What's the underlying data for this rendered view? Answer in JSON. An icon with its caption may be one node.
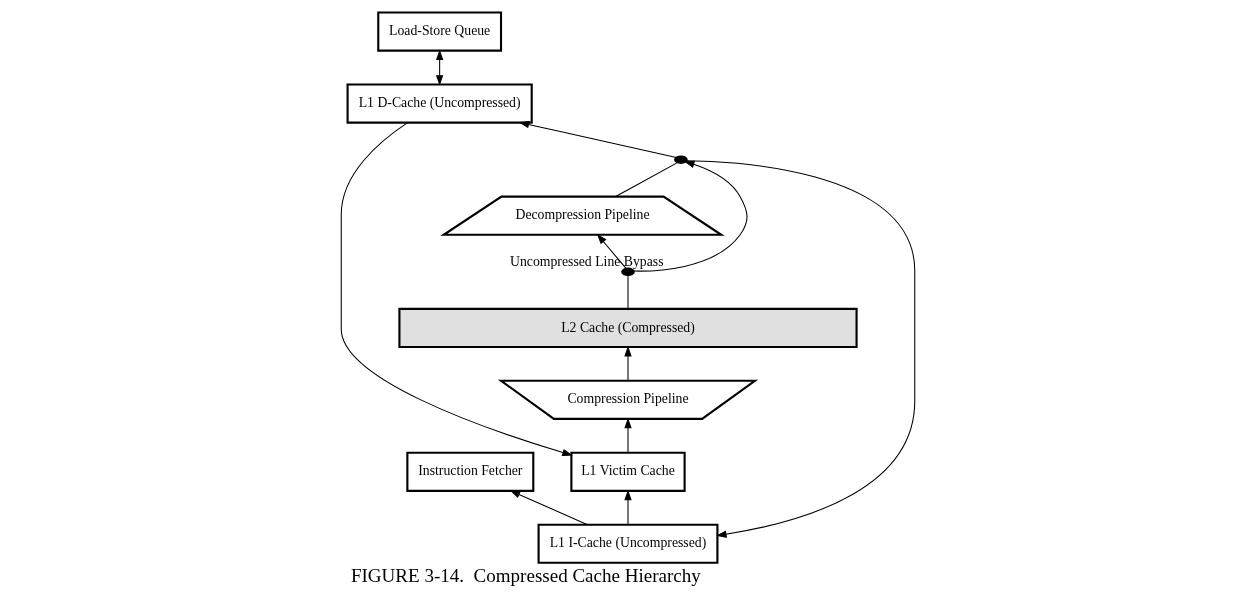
{
  "diagram": {
    "caption": "FIGURE 3-14.  Compressed Cache Hierarchy",
    "nodes": [
      {
        "text": [
          "Instruction Fetcher"
        ]
      },
      {
        "text": [
          "Load-Store Queue"
        ]
      },
      {
        "text": [
          "L1 I-Cache (Uncompressed)"
        ]
      },
      {
        "text": [
          "L1 D-Cache (Uncompressed)"
        ]
      },
      {
        "text": [
          "Decompression Pipeline"
        ]
      },
      {
        "text": [
          "L1 Victim Cache"
        ]
      },
      {
        "text": [
          "Compression Pipeline"
        ]
      },
      {
        "text": [
          "L2 Cache (Compressed)"
        ]
      },
      {
        "text": [],
        "shape": "circle"
      },
      {
        "text": [],
        "shape": "circle"
      }
    ],
    "edges": [
      {
        "from": 2,
        "to": 0,
        "arrow": "to"
      },
      {
        "from": 3,
        "to": 1,
        "arrow": "both"
      },
      {
        "from": 8,
        "to": 2,
        "arrow": "to"
      },
      {
        "from": 8,
        "to": 3,
        "arrow": "to"
      },
      {
        "from": 4,
        "to": 8,
        "arrow": "none"
      },
      {
        "from": 9,
        "to": 8,
        "arrow": "to",
        "label": "Uncompressed Line Bypass"
      },
      {
        "from": 9,
        "to": 4,
        "arrow": "to"
      },
      {
        "from": 7,
        "to": 9,
        "arrow": "none"
      },
      {
        "from": 2,
        "to": 5,
        "arrow": "to"
      },
      {
        "from": 3,
        "to": 5,
        "arrow": "to"
      },
      {
        "from": 5,
        "to": 6,
        "arrow": "to"
      },
      {
        "from": 6,
        "to": 7,
        "arrow": "to"
      }
    ]
  }
}
